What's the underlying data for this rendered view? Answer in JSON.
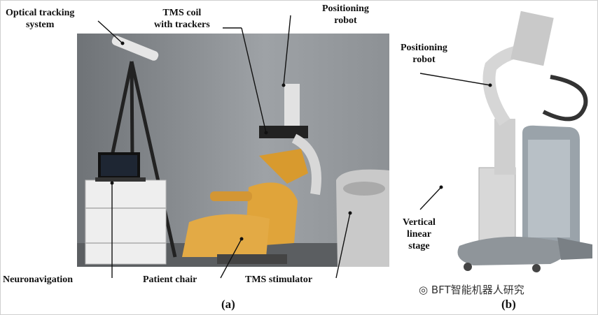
{
  "labels": {
    "optical_tracking": "Optical tracking\nsystem",
    "tms_coil": "TMS coil\nwith trackers",
    "positioning_robot_a": "Positioning\nrobot",
    "positioning_robot_b": "Positioning\nrobot",
    "neuronavigation": "Neuronavigation",
    "patient_chair": "Patient chair",
    "tms_stimulator": "TMS stimulator",
    "vertical_linear_stage": "Vertical\nlinear\nstage"
  },
  "panels": {
    "a": "(a)",
    "b": "(b)"
  },
  "watermark": "BFT智能机器人研究"
}
